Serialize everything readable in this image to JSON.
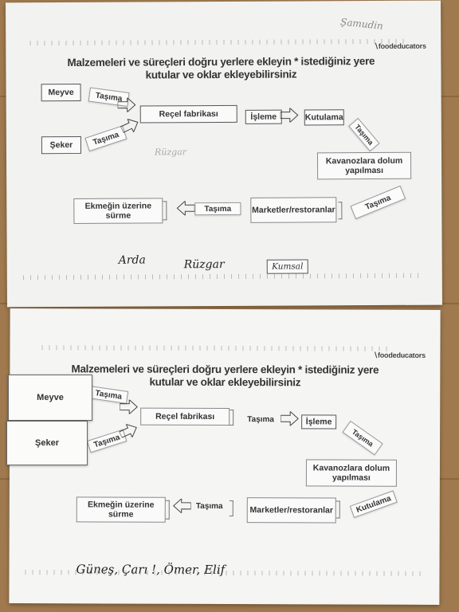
{
  "brand": "foodeducators",
  "title_line1": "Malzemeleri ve süreçleri doğru yerlere ekleyin * istediğiniz yere",
  "title_line2": "kutular ve oklar ekleyebilirsiniz",
  "top_sheet": {
    "scribble": "Şamudin",
    "meyve": "Meyve",
    "seker": "Şeker",
    "tasima1": "Taşıma",
    "tasima2": "Taşıma",
    "recel": "Reçel fabrikası",
    "isleme": "İşleme",
    "kutulama": "Kutulama",
    "tasima3": "Taşıma",
    "kavanoz": "Kavanozlara dolum yapılması",
    "tasima4": "Taşıma",
    "marketler": "Marketler/restoranlar",
    "tasima5": "Taşıma",
    "ekmek": "Ekmeğin üzerine sürme",
    "faint_name": "Rüzgar",
    "names": [
      "Arda",
      "Rüzgar",
      "Kumsal"
    ]
  },
  "bottom_sheet": {
    "meyve": "Meyve",
    "seker": "Şeker",
    "tasima1": "Taşıma",
    "tasima2": "Taşıma",
    "recel": "Reçel fabrikası",
    "tasima3": "Taşıma",
    "isleme": "İşleme",
    "tasima4": "Taşıma",
    "kavanoz": "Kavanozlara dolum yapılması",
    "kutulama": "Kutulama",
    "marketler": "Marketler/restoranlar",
    "tasima5": "Taşıma",
    "ekmek": "Ekmeğin üzerine sürme",
    "names": "Güneş, Çarı !, Ömer, Elif"
  }
}
